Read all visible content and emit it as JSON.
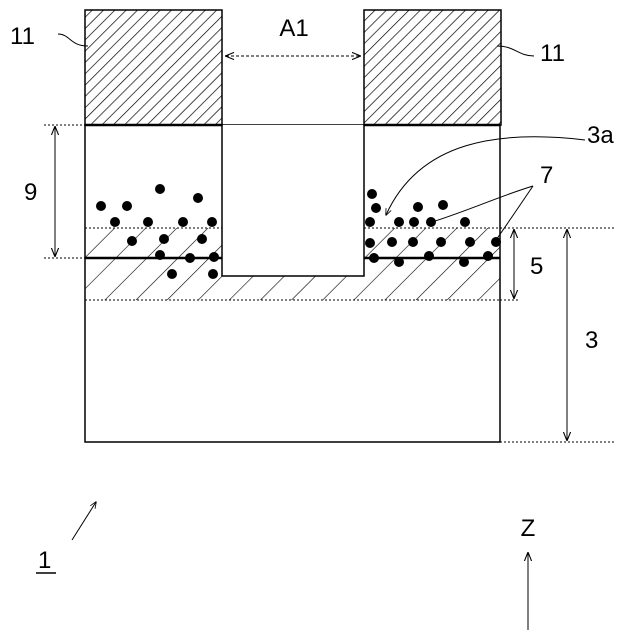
{
  "labels": {
    "mask_left": "11",
    "mask_right": "11",
    "opening_width": "A1",
    "porous_layer": "9",
    "surface": "3a",
    "particles": "7",
    "modified_layer": "5",
    "substrate": "3",
    "element": "1",
    "axis": "Z"
  },
  "colors": {
    "stroke": "#000000",
    "background": "#ffffff"
  }
}
